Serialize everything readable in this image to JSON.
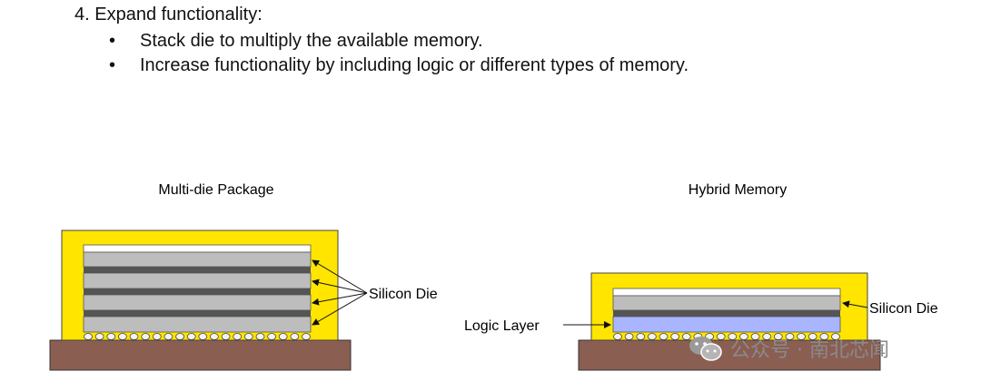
{
  "heading": "4. Expand functionality:",
  "bullets": [
    "Stack die to multiply the available memory.",
    "Increase functionality by including logic or different types of memory."
  ],
  "diagrams": {
    "left": {
      "title": "Multi-die Package",
      "label": "Silicon Die"
    },
    "right": {
      "title": "Hybrid Memory",
      "die_label": "Silicon Die",
      "logic_label": "Logic Layer"
    }
  },
  "watermark": "公众号 · 南北芯闻",
  "colors": {
    "mold": "#ffe500",
    "substrate": "#8b5e52",
    "die_light": "#bdbdbd",
    "die_dark": "#555555",
    "logic": "#a9b6ff",
    "bump": "#f2f2f2"
  }
}
